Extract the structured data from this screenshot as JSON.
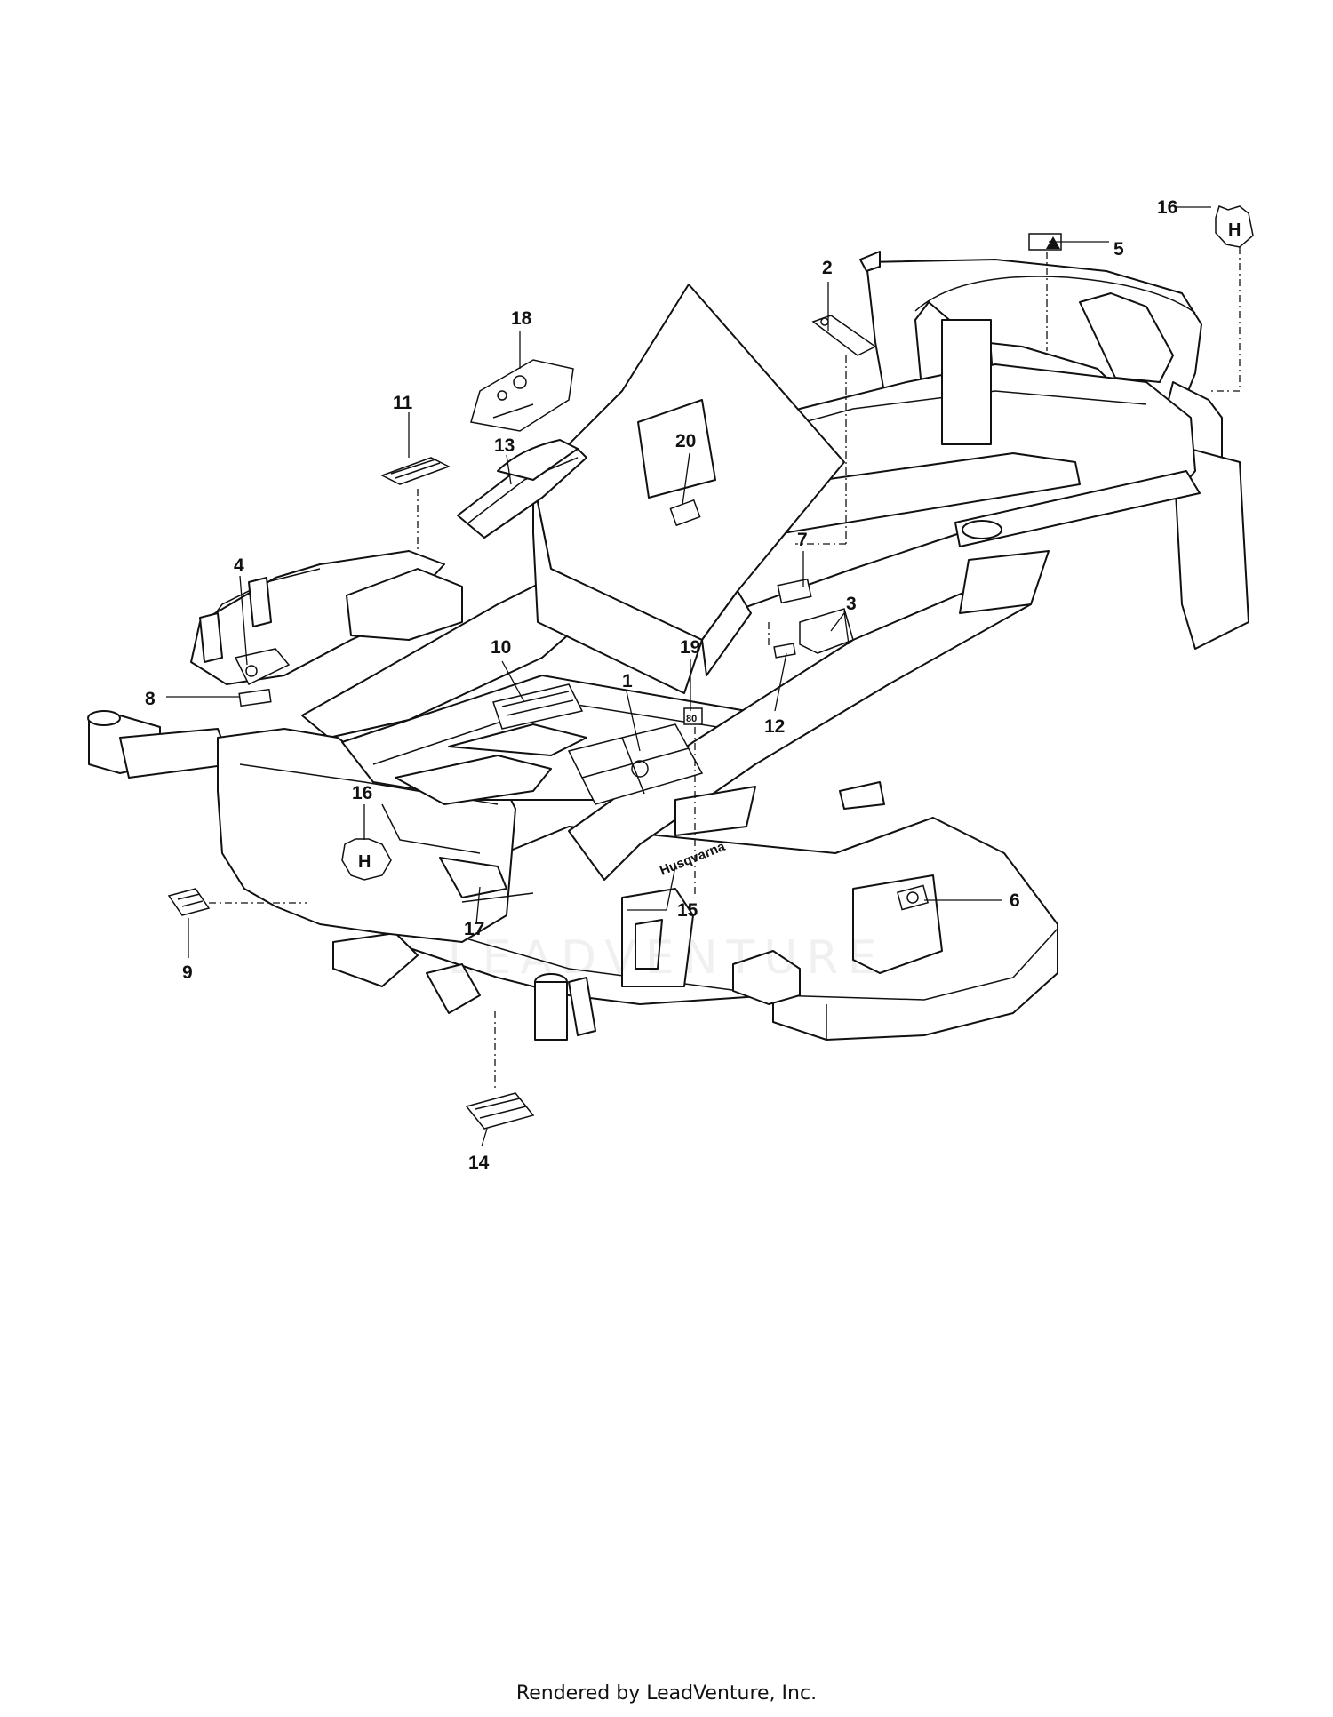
{
  "diagram": {
    "callouts": [
      {
        "id": "c1",
        "label": "1"
      },
      {
        "id": "c2",
        "label": "2"
      },
      {
        "id": "c3",
        "label": "3"
      },
      {
        "id": "c4",
        "label": "4"
      },
      {
        "id": "c5",
        "label": "5"
      },
      {
        "id": "c6",
        "label": "6"
      },
      {
        "id": "c7",
        "label": "7"
      },
      {
        "id": "c8",
        "label": "8"
      },
      {
        "id": "c9",
        "label": "9"
      },
      {
        "id": "c10",
        "label": "10"
      },
      {
        "id": "c11",
        "label": "11"
      },
      {
        "id": "c12",
        "label": "12"
      },
      {
        "id": "c13",
        "label": "13"
      },
      {
        "id": "c14",
        "label": "14"
      },
      {
        "id": "c15",
        "label": "15"
      },
      {
        "id": "c16a",
        "label": "16"
      },
      {
        "id": "c16b",
        "label": "16"
      },
      {
        "id": "c17",
        "label": "17"
      },
      {
        "id": "c18",
        "label": "18"
      },
      {
        "id": "c19",
        "label": "19"
      },
      {
        "id": "c20",
        "label": "20"
      }
    ],
    "decal_19_text": "80",
    "brand_text": "Husqvarna"
  },
  "watermark": "LEADVENTURE",
  "footer": "Rendered by LeadVenture, Inc."
}
